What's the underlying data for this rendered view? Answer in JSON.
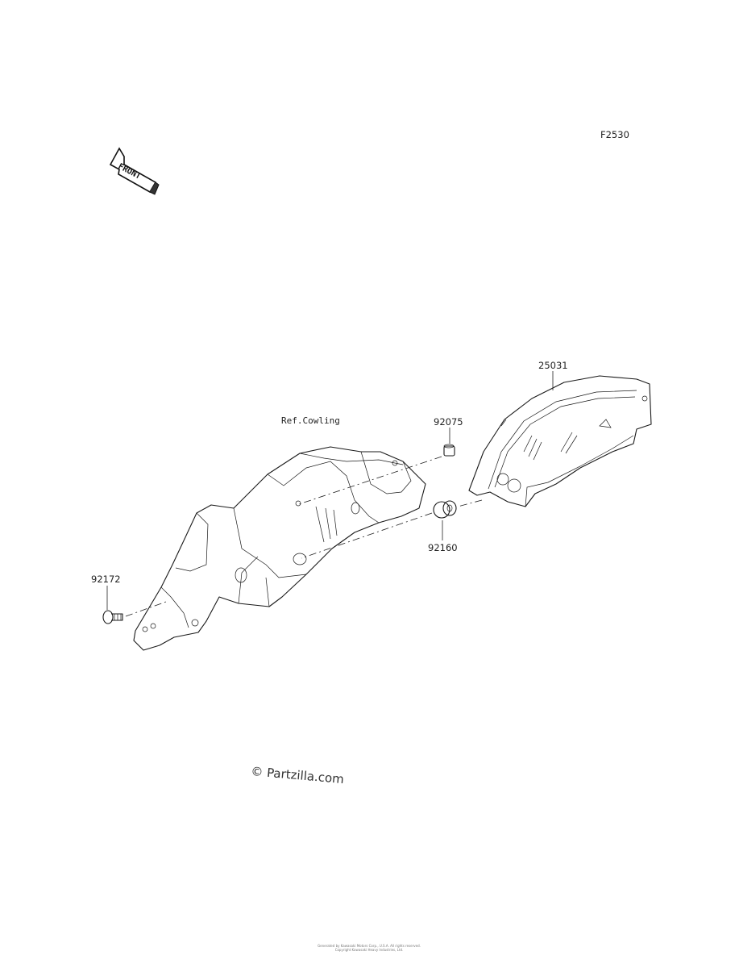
{
  "diagram_code": "F2530",
  "front_arrow_label": "FRONT",
  "reference_label": "Ref.Cowling",
  "parts": [
    {
      "number": "25031"
    },
    {
      "number": "92075"
    },
    {
      "number": "92160"
    },
    {
      "number": "92172"
    }
  ],
  "watermark": "© Partzilla.com",
  "footer": {
    "line1": "Generated by Kawasaki Motors Corp., U.S.A. All rights reserved.",
    "line2": "Copyright Kawasaki Heavy Industries, Ltd."
  }
}
